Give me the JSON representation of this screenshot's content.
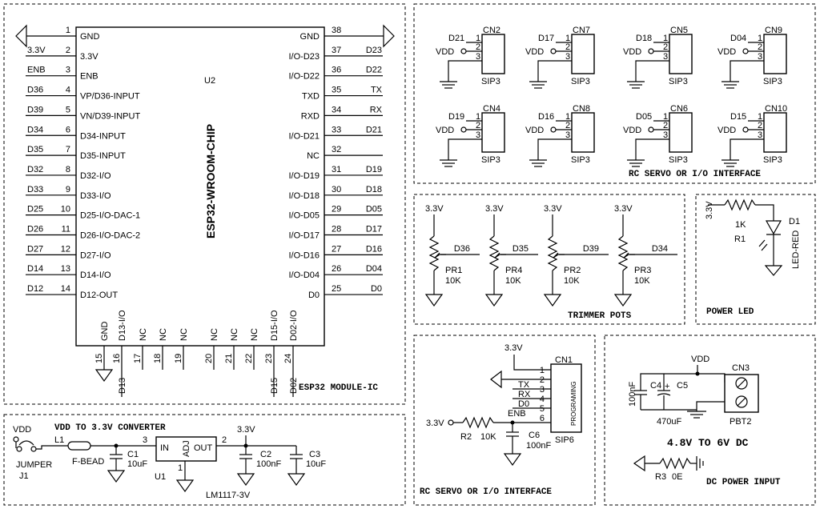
{
  "esp32": {
    "ref": "U2",
    "chip": "ESP32-WROOM-CHIP",
    "section_label": "ESP32 MODULE-IC",
    "left_pins": [
      {
        "num": "1",
        "name": "GND",
        "net": ""
      },
      {
        "num": "2",
        "name": "3.3V",
        "net": "3.3V"
      },
      {
        "num": "3",
        "name": "ENB",
        "net": "ENB"
      },
      {
        "num": "4",
        "name": "VP/D36-INPUT",
        "net": "D36"
      },
      {
        "num": "5",
        "name": "VN/D39-INPUT",
        "net": "D39"
      },
      {
        "num": "6",
        "name": "D34-INPUT",
        "net": "D34"
      },
      {
        "num": "7",
        "name": "D35-INPUT",
        "net": "D35"
      },
      {
        "num": "8",
        "name": "D32-I/O",
        "net": "D32"
      },
      {
        "num": "9",
        "name": "D33-I/O",
        "net": "D33"
      },
      {
        "num": "10",
        "name": "D25-I/O-DAC-1",
        "net": "D25"
      },
      {
        "num": "11",
        "name": "D26-I/O-DAC-2",
        "net": "D26"
      },
      {
        "num": "12",
        "name": "D27-I/O",
        "net": "D27"
      },
      {
        "num": "13",
        "name": "D14-I/O",
        "net": "D14"
      },
      {
        "num": "14",
        "name": "D12-OUT",
        "net": "D12"
      }
    ],
    "right_pins": [
      {
        "num": "38",
        "name": "GND",
        "net": ""
      },
      {
        "num": "37",
        "name": "I/O-D23",
        "net": "D23"
      },
      {
        "num": "36",
        "name": "I/O-D22",
        "net": "D22"
      },
      {
        "num": "35",
        "name": "TXD",
        "net": "TX"
      },
      {
        "num": "34",
        "name": "RXD",
        "net": "RX"
      },
      {
        "num": "33",
        "name": "I/O-D21",
        "net": "D21"
      },
      {
        "num": "32",
        "name": "NC",
        "net": ""
      },
      {
        "num": "31",
        "name": "I/O-D19",
        "net": "D19"
      },
      {
        "num": "30",
        "name": "I/O-D18",
        "net": "D18"
      },
      {
        "num": "29",
        "name": "I/O-D05",
        "net": "D05"
      },
      {
        "num": "28",
        "name": "I/O-D17",
        "net": "D17"
      },
      {
        "num": "27",
        "name": "I/O-D16",
        "net": "D16"
      },
      {
        "num": "26",
        "name": "I/O-D04",
        "net": "D04"
      },
      {
        "num": "25",
        "name": "D0",
        "net": "D0"
      }
    ],
    "bottom_pins": [
      {
        "num": "15",
        "name": "GND",
        "net": ""
      },
      {
        "num": "16",
        "name": "D13-I/O",
        "net": "D13"
      },
      {
        "num": "17",
        "name": "NC",
        "net": ""
      },
      {
        "num": "18",
        "name": "NC",
        "net": ""
      },
      {
        "num": "19",
        "name": "NC",
        "net": ""
      },
      {
        "num": "20",
        "name": "NC",
        "net": ""
      },
      {
        "num": "21",
        "name": "NC",
        "net": ""
      },
      {
        "num": "22",
        "name": "NC",
        "net": ""
      },
      {
        "num": "23",
        "name": "D15-I/O",
        "net": "D15"
      },
      {
        "num": "24",
        "name": "D02-I/O",
        "net": "D02"
      }
    ]
  },
  "servo": {
    "title": "RC SERVO OR I/O INTERFACE",
    "connectors": [
      {
        "ref": "CN2",
        "sig": "D21",
        "vdd": "VDD",
        "type": "SIP3"
      },
      {
        "ref": "CN7",
        "sig": "D17",
        "vdd": "VDD",
        "type": "SIP3"
      },
      {
        "ref": "CN5",
        "sig": "D18",
        "vdd": "VDD",
        "type": "SIP3"
      },
      {
        "ref": "CN9",
        "sig": "D04",
        "vdd": "VDD",
        "type": "SIP3"
      },
      {
        "ref": "CN4",
        "sig": "D19",
        "vdd": "VDD",
        "type": "SIP3"
      },
      {
        "ref": "CN8",
        "sig": "D16",
        "vdd": "VDD",
        "type": "SIP3"
      },
      {
        "ref": "CN6",
        "sig": "D05",
        "vdd": "VDD",
        "type": "SIP3"
      },
      {
        "ref": "CN10",
        "sig": "D15",
        "vdd": "VDD",
        "type": "SIP3"
      }
    ],
    "pin_nums": [
      "1",
      "2",
      "3"
    ]
  },
  "trimmers": {
    "title": "TRIMMER POTS",
    "pots": [
      {
        "supply": "3.3V",
        "net": "D36",
        "ref": "PR1",
        "val": "10K"
      },
      {
        "supply": "3.3V",
        "net": "D35",
        "ref": "PR4",
        "val": "10K"
      },
      {
        "supply": "3.3V",
        "net": "D39",
        "ref": "PR2",
        "val": "10K"
      },
      {
        "supply": "3.3V",
        "net": "D34",
        "ref": "PR3",
        "val": "10K"
      }
    ]
  },
  "power_led": {
    "title": "POWER LED",
    "supply": "3.3V",
    "r_val": "1K",
    "r_ref": "R1",
    "led_ref": "D1",
    "led_type": "LED-RED"
  },
  "converter": {
    "title": "VDD TO 3.3V CONVERTER",
    "vdd": "VDD",
    "out_label": "3.3V",
    "jumper": "JUMPER",
    "jumper_ref": "J1",
    "l_ref": "L1",
    "bead": "F-BEAD",
    "c1_ref": "C1",
    "c1_val": "10uF",
    "pin_in": "3",
    "pin_out": "2",
    "pin_adj": "1",
    "ic_in": "IN",
    "ic_adj": "ADJ",
    "ic_out": "OUT",
    "u_ref": "U1",
    "u_val": "LM1117-3V",
    "c2_ref": "C2",
    "c2_val": "100nF",
    "c3_ref": "C3",
    "c3_val": "10uF"
  },
  "programming": {
    "title": "RC SERVO OR I/O INTERFACE",
    "ref": "CN1",
    "type": "SIP6",
    "vert_label": "PROGRAMING",
    "top_supply": "3.3V",
    "pins": [
      {
        "num": "1",
        "net": ""
      },
      {
        "num": "2",
        "net": ""
      },
      {
        "num": "3",
        "net": "TX"
      },
      {
        "num": "4",
        "net": "RX"
      },
      {
        "num": "5",
        "net": "D0"
      },
      {
        "num": "6",
        "net": "ENB"
      }
    ],
    "r_supply": "3.3V",
    "r_ref": "R2",
    "r_val": "10K",
    "c_ref": "C6",
    "c_val": "100nF"
  },
  "dc_input": {
    "title": "DC POWER INPUT",
    "range": "4.8V TO 6V DC",
    "vdd": "VDD",
    "cn_ref": "CN3",
    "cn_type": "PBT2",
    "c4_ref": "C4",
    "c4_val": "100nF",
    "c5_ref": "C5",
    "c5_val": "470uF",
    "plus": "+",
    "r3_ref": "R3",
    "r3_val": "0E"
  }
}
